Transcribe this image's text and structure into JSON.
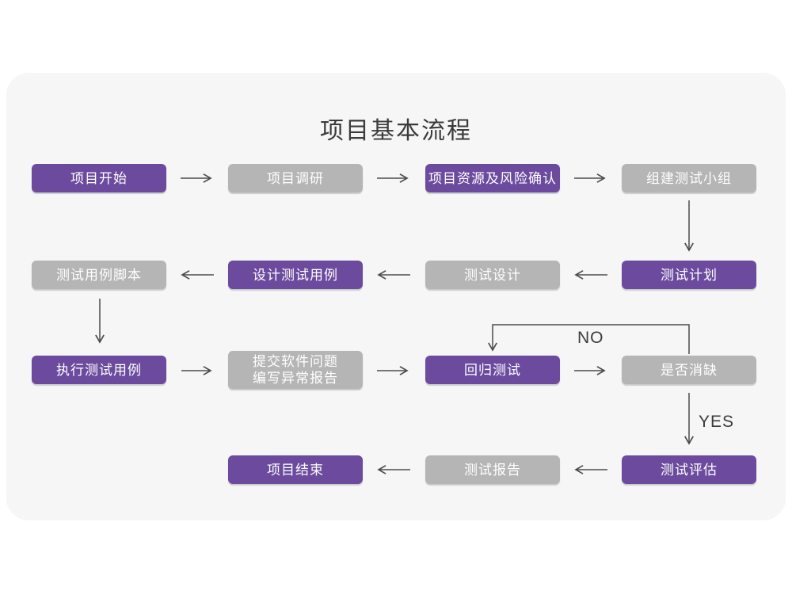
{
  "title": "项目基本流程",
  "labels": {
    "no": "NO",
    "yes": "YES"
  },
  "colors": {
    "page-bg": "#ffffff",
    "card-bg": "#f6f6f7",
    "purple": "#6c4b9e",
    "gray": "#b5b5b5",
    "node-text": "#ffffff",
    "arrow": "#4c4c4c",
    "title-text": "#3b3b3b"
  },
  "nodes": [
    {
      "id": "project-start",
      "label": "项目开始",
      "variant": "purple"
    },
    {
      "id": "project-research",
      "label": "项目调研",
      "variant": "gray"
    },
    {
      "id": "resource-risk-confirm",
      "label": "项目资源及风险确认",
      "variant": "purple"
    },
    {
      "id": "build-test-team",
      "label": "组建测试小组",
      "variant": "gray"
    },
    {
      "id": "test-plan",
      "label": "测试计划",
      "variant": "purple"
    },
    {
      "id": "test-design",
      "label": "测试设计",
      "variant": "gray"
    },
    {
      "id": "design-test-cases",
      "label": "设计测试用例",
      "variant": "purple"
    },
    {
      "id": "test-case-script",
      "label": "测试用例脚本",
      "variant": "gray"
    },
    {
      "id": "execute-test-cases",
      "label": "执行测试用例",
      "variant": "purple"
    },
    {
      "id": "submit-issue-report",
      "label": "提交软件问题\n编写异常报告",
      "variant": "gray"
    },
    {
      "id": "regression-test",
      "label": "回归测试",
      "variant": "purple"
    },
    {
      "id": "defect-cleared",
      "label": "是否消缺",
      "variant": "gray"
    },
    {
      "id": "test-evaluation",
      "label": "测试评估",
      "variant": "purple"
    },
    {
      "id": "test-report",
      "label": "测试报告",
      "variant": "gray"
    },
    {
      "id": "project-end",
      "label": "项目结束",
      "variant": "purple"
    }
  ],
  "edges": [
    {
      "from": "项目开始",
      "to": "项目调研"
    },
    {
      "from": "项目调研",
      "to": "项目资源及风险确认"
    },
    {
      "from": "项目资源及风险确认",
      "to": "组建测试小组"
    },
    {
      "from": "组建测试小组",
      "to": "测试计划"
    },
    {
      "from": "测试计划",
      "to": "测试设计"
    },
    {
      "from": "测试设计",
      "to": "设计测试用例"
    },
    {
      "from": "设计测试用例",
      "to": "测试用例脚本"
    },
    {
      "from": "测试用例脚本",
      "to": "执行测试用例"
    },
    {
      "from": "执行测试用例",
      "to": "提交软件问题 编写异常报告"
    },
    {
      "from": "提交软件问题 编写异常报告",
      "to": "回归测试"
    },
    {
      "from": "回归测试",
      "to": "是否消缺"
    },
    {
      "from": "是否消缺",
      "to": "回归测试",
      "label": "NO"
    },
    {
      "from": "是否消缺",
      "to": "测试评估",
      "label": "YES"
    },
    {
      "from": "测试评估",
      "to": "测试报告"
    },
    {
      "from": "测试报告",
      "to": "项目结束"
    }
  ]
}
